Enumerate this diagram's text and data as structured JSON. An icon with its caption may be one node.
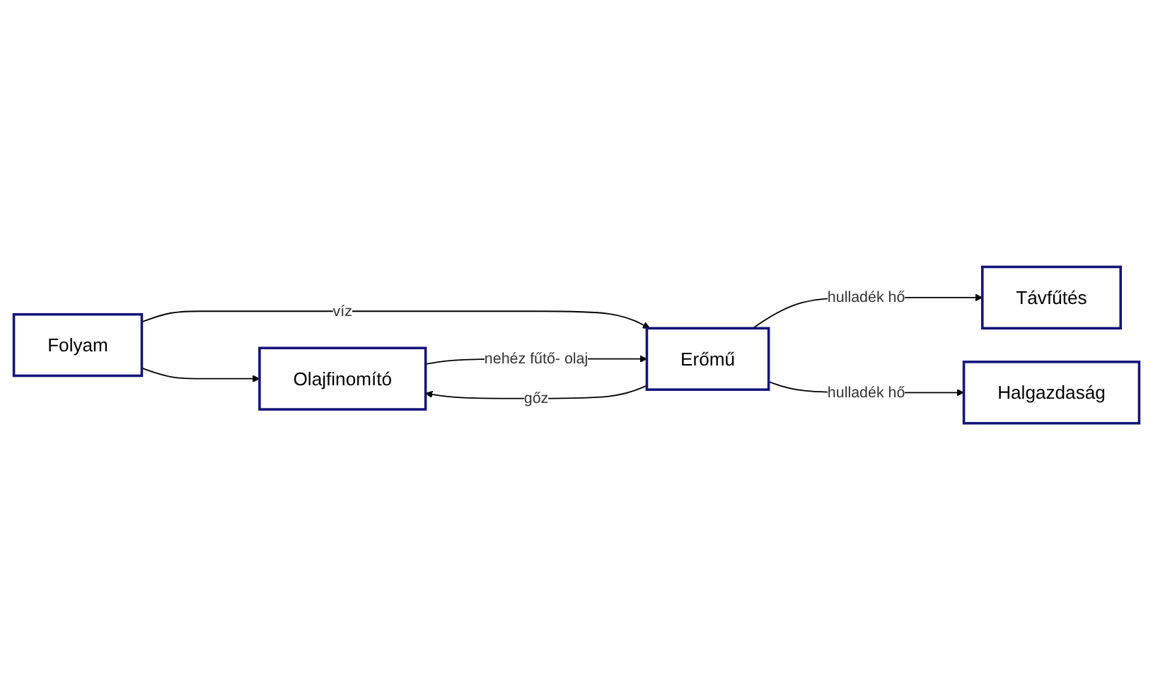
{
  "diagram": {
    "nodes": [
      {
        "text": [
          "Olajfinomító"
        ]
      },
      {
        "text": [
          "Folyam"
        ]
      },
      {
        "text": [
          "Erőmű"
        ]
      },
      {
        "text": [
          "Távfűtés"
        ]
      },
      {
        "text": [
          "Halgazdaság"
        ]
      }
    ],
    "edges": [
      {
        "from": 1,
        "to": 2,
        "arrow": "to",
        "label": "víz"
      },
      {
        "from": 1,
        "to": 0,
        "arrow": "to"
      },
      {
        "from": 2,
        "to": 0,
        "arrow": "to",
        "label": "gőz"
      },
      {
        "from": 0,
        "to": 2,
        "arrow": "to",
        "label": "nehéz fűtő- olaj"
      },
      {
        "from": 2,
        "to": 3,
        "arrow": "to",
        "label": "hulladék hő"
      },
      {
        "from": 2,
        "to": 4,
        "arrow": "to",
        "label": "hulladék hő"
      }
    ]
  }
}
